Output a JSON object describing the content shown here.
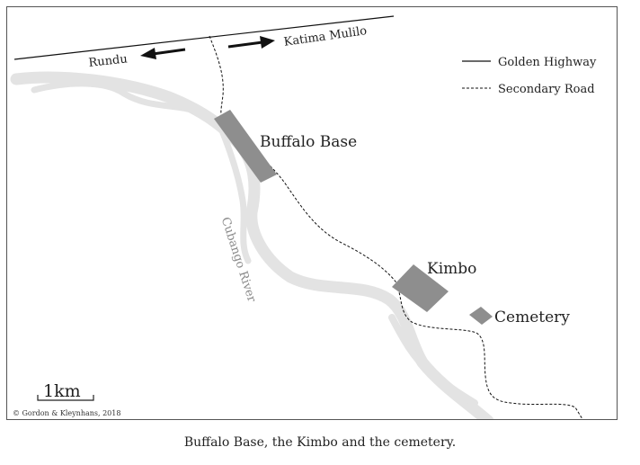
{
  "map": {
    "roads": {
      "left_destination": "Rundu",
      "right_destination": "Katima Mulilo"
    },
    "places": {
      "base": "Buffalo Base",
      "kimbo": "Kimbo",
      "cemetery": "Cemetery"
    },
    "river": "Cubango River",
    "legend": {
      "highway": "Golden Highway",
      "secondary": "Secondary Road"
    },
    "scale": "1km",
    "copyright": "© Gordon & Kleynhans, 2018",
    "colors": {
      "river": "#e3e3e3",
      "features": "#8e8e8e",
      "roads": "#111111",
      "frame": "#555555"
    }
  },
  "caption": "Buffalo Base, the Kimbo and the cemetery."
}
